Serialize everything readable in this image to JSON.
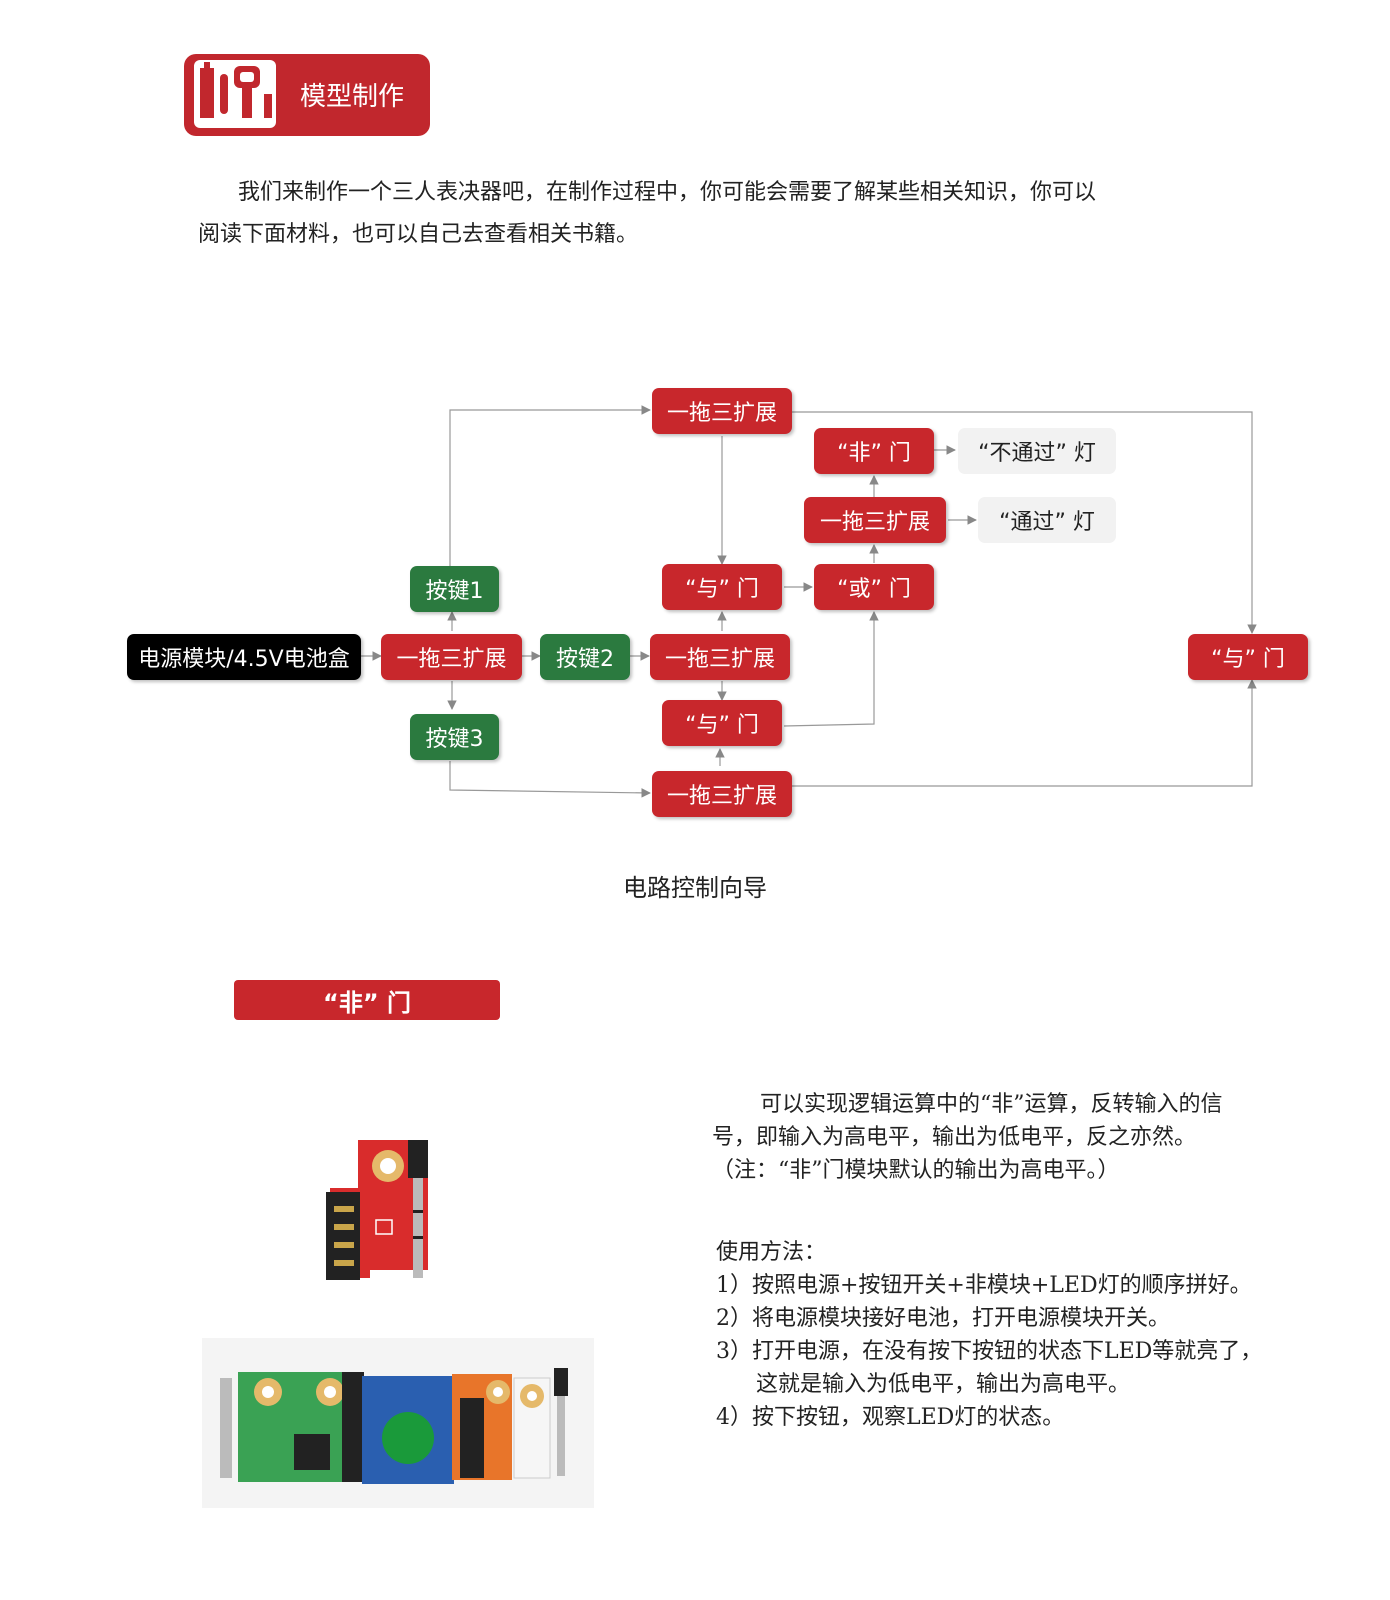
{
  "header": {
    "title": "模型制作",
    "icon": "tools-icon"
  },
  "intro": {
    "line1": "我们来制作一个三人表决器吧，在制作过程中，你可能会需要了解某些相关知识，你可以",
    "line2": "阅读下面材料，也可以自己去查看相关书籍。"
  },
  "diagram": {
    "power": "电源模块/4.5V电池盒",
    "splitter_main": "一拖三扩展",
    "key1": "按键1",
    "key2": "按键2",
    "key3": "按键3",
    "splitter_top": "一拖三扩展",
    "splitter_mid": "一拖三扩展",
    "splitter_bottom": "一拖三扩展",
    "and_gate_upper": "“与” 门",
    "and_gate_lower": "“与” 门",
    "or_gate": "“或” 门",
    "splitter_or": "一拖三扩展",
    "not_gate": "“非” 门",
    "lamp_fail": "“不通过” 灯",
    "lamp_pass": "“通过” 灯",
    "and_gate_right": "“与” 门",
    "caption": "电路控制向导"
  },
  "section": {
    "title": "“非” 门",
    "description": "可以实现逻辑运算中的“非”运算，反转输入的信号，即输入为高电平，输出为低电平，反之亦然。（注：“非”门模块默认的输出为高电平。）",
    "usage_title": "使用方法：",
    "steps": [
      "1）按照电源+按钮开关+非模块+LED灯的顺序拼好。",
      "2）将电源模块接好电池，打开电源模块开关。",
      "3）打开电源，在没有按下按钮的状态下LED等就亮了，这就是输入为低电平，输出为高电平。",
      "4）按下按钮，观察LED灯的状态。"
    ]
  },
  "colors": {
    "brand_red": "#c8272c",
    "key_green": "#2b7a3f"
  }
}
